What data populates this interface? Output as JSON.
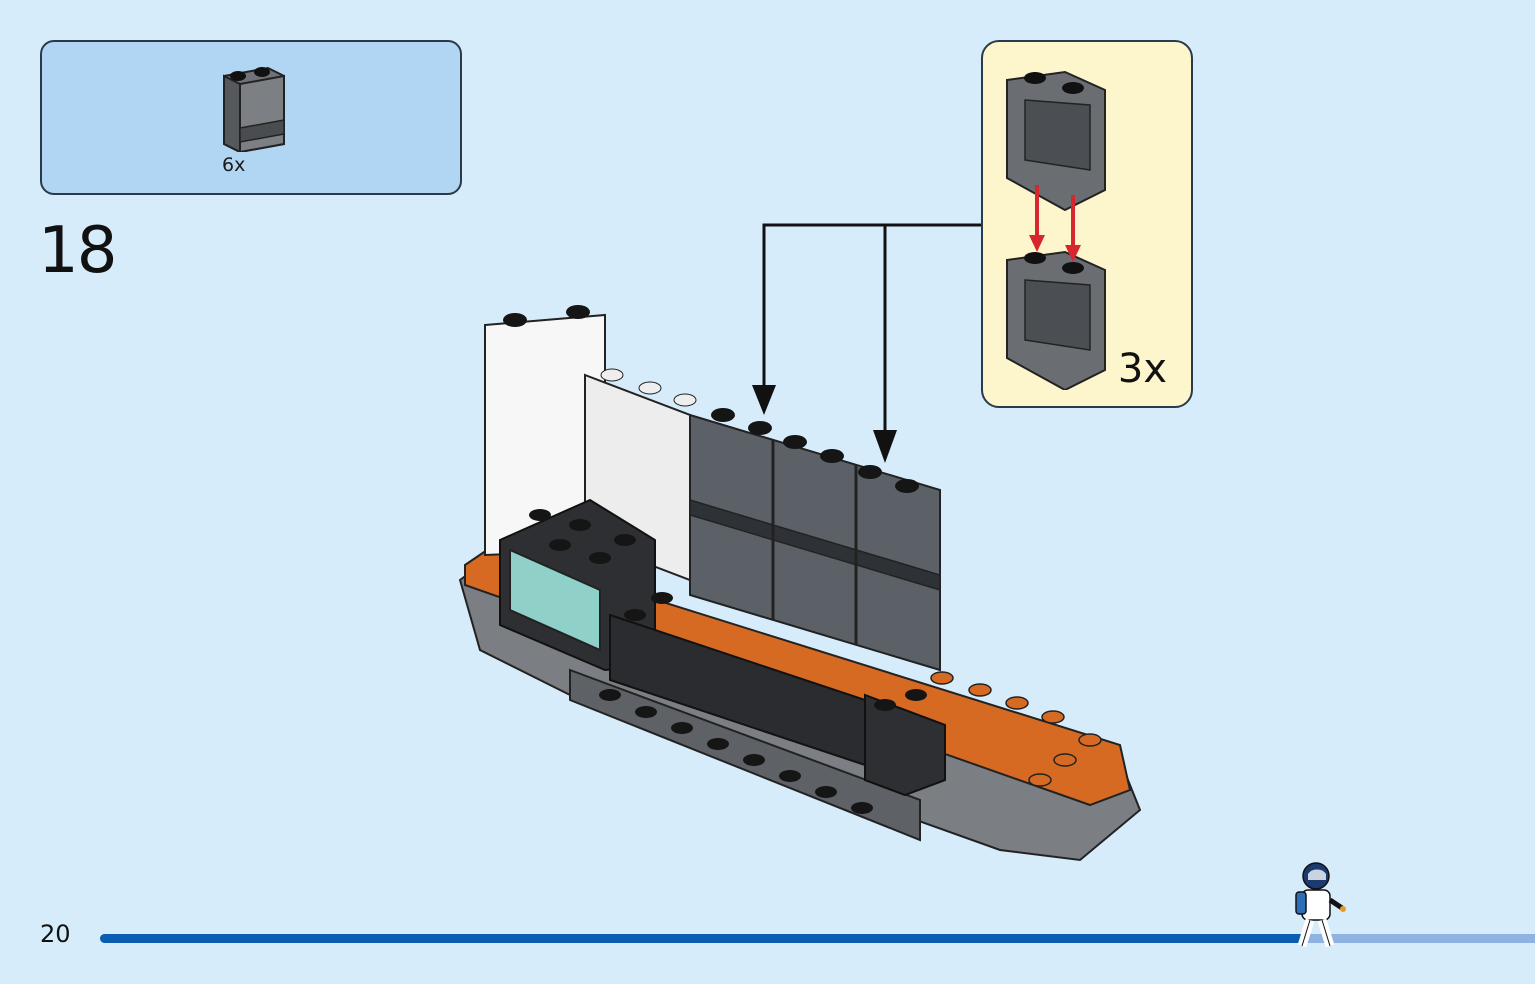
{
  "parts_callout": {
    "count_label": "6x",
    "part_icon": "transparent-panel-brick-icon"
  },
  "step": {
    "number": "18"
  },
  "sub_assembly": {
    "multiplier": "3x"
  },
  "footer": {
    "page_number": "20",
    "progress": 0.84
  },
  "colors": {
    "background": "#d6ecfb",
    "parts_box": "#b1d6f4",
    "sub_box": "#fdf5cc",
    "progress_fill": "#0a5db3",
    "arrow_red": "#d7262e"
  }
}
